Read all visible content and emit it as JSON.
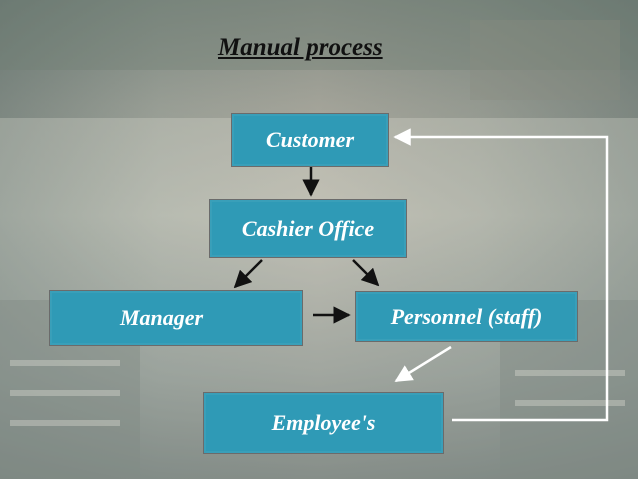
{
  "title": "Manual process",
  "nodes": {
    "customer": "Customer",
    "cashier": "Cashier Office",
    "manager": "Manager",
    "personnel": "Personnel (staff)",
    "employees": "Employee's"
  },
  "colors": {
    "box_fill": "#2f9ab6",
    "box_text": "#ffffff",
    "arrow": "#111111",
    "loop_arrow": "#ffffff"
  }
}
